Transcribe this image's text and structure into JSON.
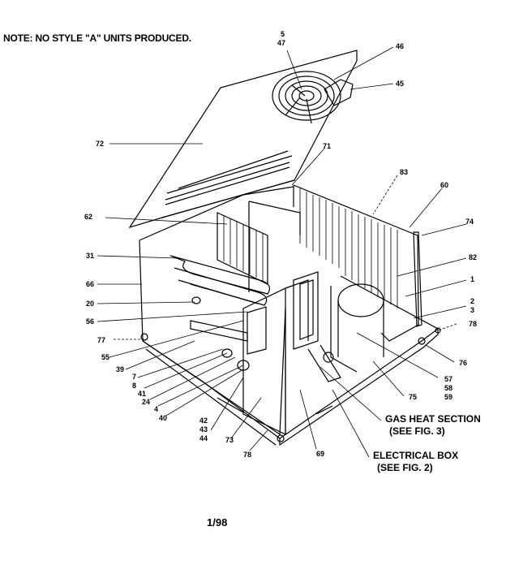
{
  "note": "NOTE:  NO STYLE \"A\" UNITS PRODUCED.",
  "footer": "1/98",
  "callouts": {
    "gas_heat": [
      "GAS HEAT SECTION",
      "(SEE FIG. 3)"
    ],
    "electrical_box": [
      "ELECTRICAL BOX",
      "(SEE FIG. 2)"
    ]
  },
  "labels": {
    "l5": "5",
    "l47": "47",
    "l46": "46",
    "l45": "45",
    "l72": "72",
    "l71": "71",
    "l83": "83",
    "l60": "60",
    "l74": "74",
    "l62": "62",
    "l82": "82",
    "l31": "31",
    "l66": "66",
    "l1": "1",
    "l20": "20",
    "l2": "2",
    "l3": "3",
    "l56": "56",
    "l78a": "78",
    "l77": "77",
    "l55": "55",
    "l76": "76",
    "l39": "39",
    "l7": "7",
    "l8": "8",
    "l41": "41",
    "l24": "24",
    "l4": "4",
    "l57": "57",
    "l58": "58",
    "l59": "59",
    "l40": "40",
    "l75": "75",
    "l42": "42",
    "l43": "43",
    "l44": "44",
    "l73": "73",
    "l78b": "78",
    "l69": "69"
  }
}
